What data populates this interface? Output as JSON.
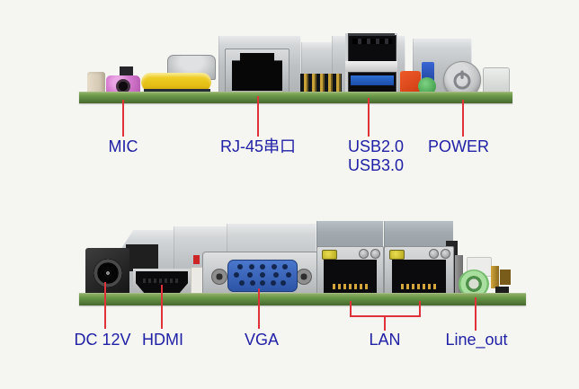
{
  "background_color": "#f5f5f2",
  "label_color": "#2121a6",
  "leader_color": "#e03238",
  "top_panel": {
    "labels": {
      "mic": "MIC",
      "rj45_serial": "RJ-45串口",
      "usb20": "USB2.0",
      "usb30": "USB3.0",
      "power": "POWER"
    }
  },
  "bottom_panel": {
    "labels": {
      "dc12v": "DC 12V",
      "hdmi": "HDMI",
      "vga": "VGA",
      "lan": "LAN",
      "line_out": "Line_out"
    }
  },
  "component_colors": {
    "pcb_green": "#6b9a4a",
    "mic_jack_pink": "#d478ce",
    "usb3_blue": "#1e5ec4",
    "vga_insert_blue": "#3a66b8",
    "lineout_green": "#7cc474",
    "capacitor_yellow": "#e8c820",
    "power_button_gray": "#c0c2c4",
    "lan_led_yellow": "#c8bc28"
  }
}
